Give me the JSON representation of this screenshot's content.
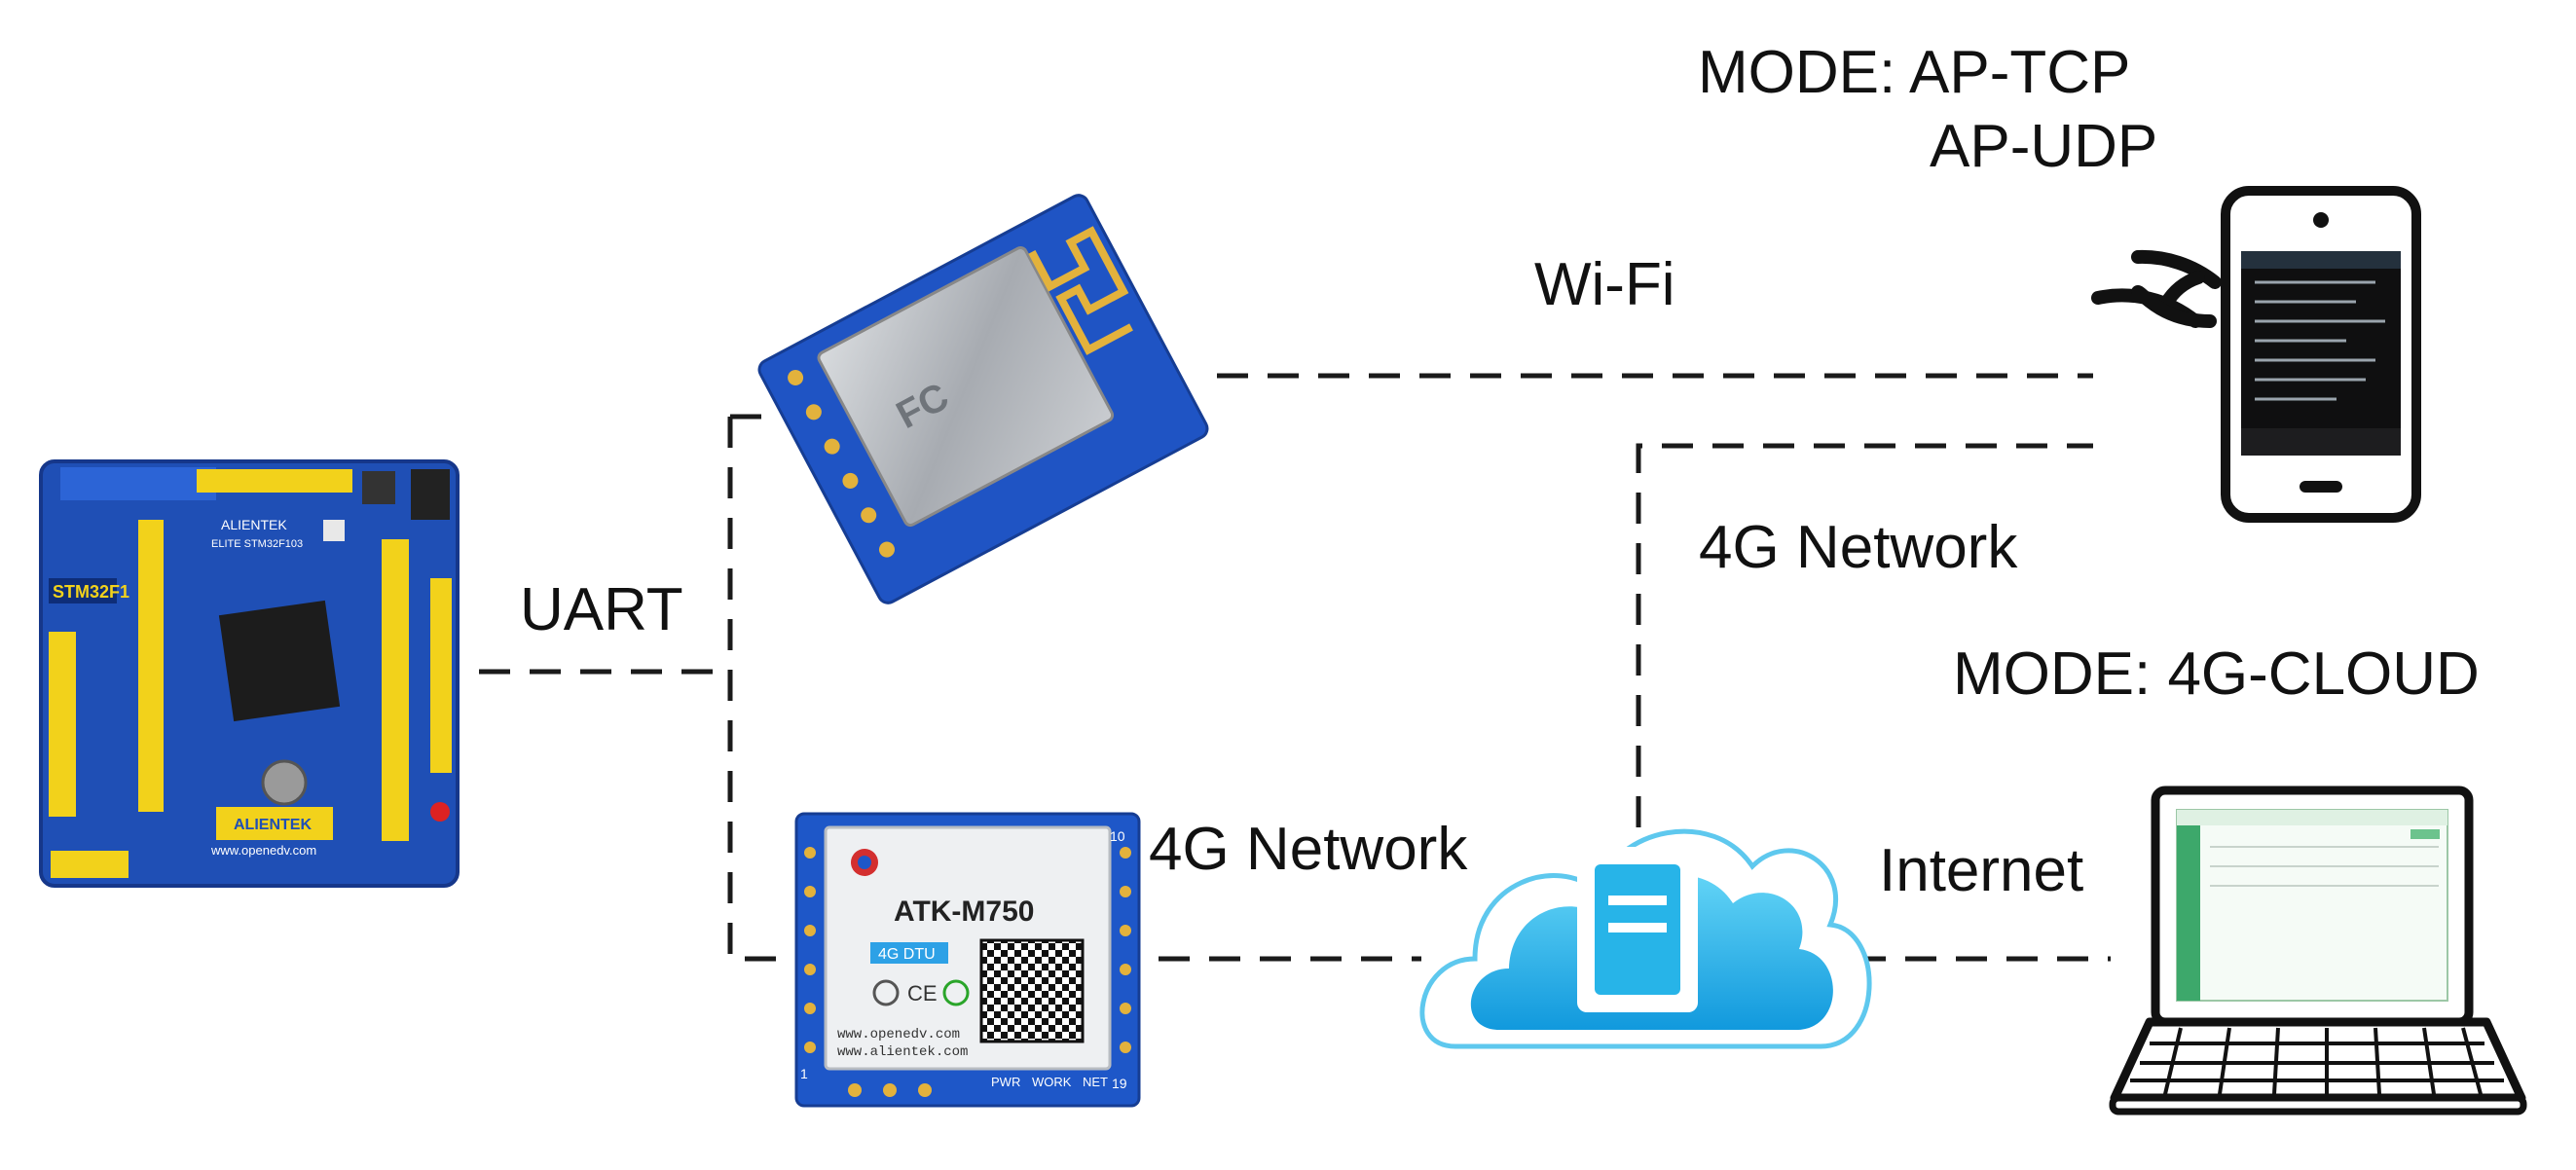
{
  "labels": {
    "uart": "UART",
    "wifi": "Wi-Fi",
    "network_4g_top": "4G Network",
    "network_4g_bottom": "4G Network",
    "internet": "Internet",
    "mode_ap_prefix": "MODE: AP-TCP",
    "mode_ap_second": "AP-UDP",
    "mode_4g": "MODE: 4G-CLOUD"
  },
  "boards": {
    "stm32_silk": "STM32F1",
    "stm32_brand": "ALIENTEK",
    "stm32_subtitle": "ELITE STM32F103",
    "stm32_url": "www.openedv.com",
    "wifi_module_marks": "FC",
    "dtu_name": "ATK-M750",
    "dtu_badge": "4G DTU",
    "dtu_url_1": "www.openedv.com",
    "dtu_url_2": "www.alientek.com",
    "dtu_pins": [
      "PWR",
      "WORK",
      "NET"
    ],
    "dtu_num_left": "1",
    "dtu_num_right": "10",
    "dtu_num_bottom": "19"
  },
  "colors": {
    "pcb_blue": "#1f4fb5",
    "header_yellow": "#f2d21b",
    "cloud_blue": "#27b4e8",
    "line": "#1a1a1a"
  },
  "icons": [
    "board-stm32-icon",
    "wifi-module-icon",
    "dtu-module-icon",
    "cloud-server-icon",
    "smartphone-icon",
    "wifi-signal-icon",
    "laptop-icon"
  ]
}
